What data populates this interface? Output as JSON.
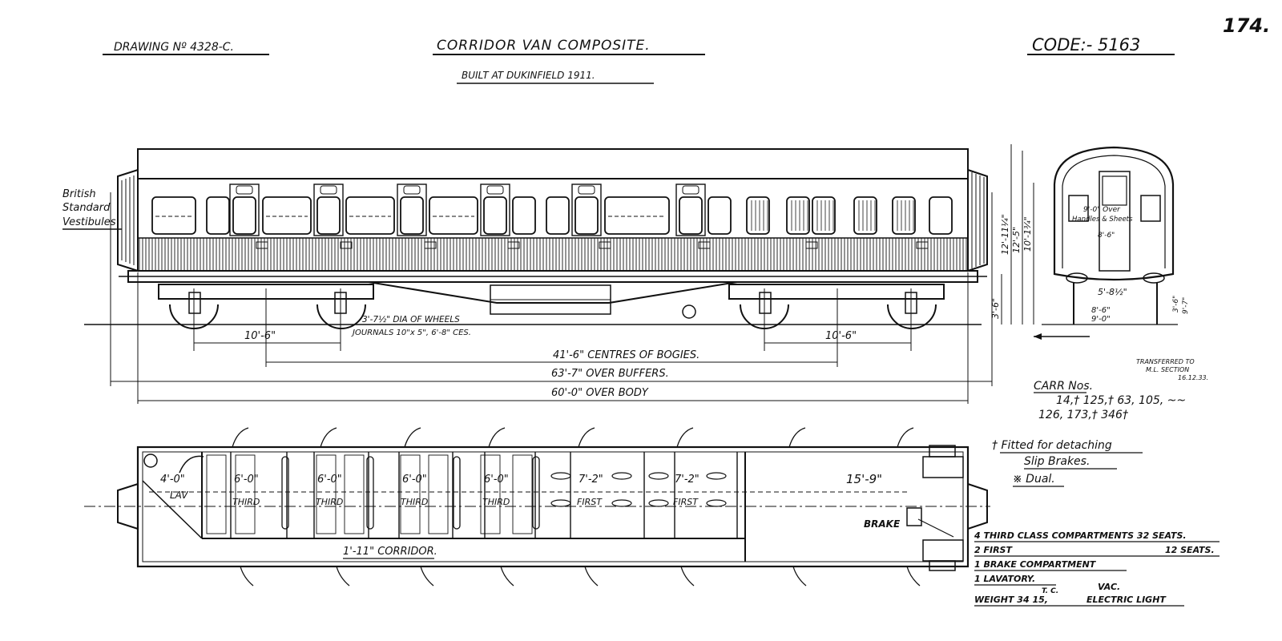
{
  "header": {
    "drawing_no": "DRAWING Nº 4328-C.",
    "title": "CORRIDOR VAN COMPOSITE.",
    "subtitle": "BUILT AT DUKINFIELD 1911.",
    "code": "CODE:- 5163",
    "sheet_no": "174."
  },
  "vestibule_note": [
    "British",
    "Standard",
    "Vestibules"
  ],
  "dimensions": {
    "bogie_wheelbase_left": "10'-6\"",
    "bogie_wheelbase_right": "10'-6\"",
    "wheels_line1": "3'-7½\" DIA OF WHEELS",
    "wheels_line2": "JOURNALS 10\"x 5\", 6'-8\" CES.",
    "bogie_centres": "41'-6\" CENTRES OF BOGIES.",
    "over_buffers": "63'-7\" OVER BUFFERS.",
    "over_body": "60'-0\" OVER BODY"
  },
  "end_view": {
    "heights": [
      "12'-11¼\"",
      "12'-5\"",
      "10'-1¾\""
    ],
    "floor_height": "3'-6\"",
    "bogie_gauge": "5'-8½\"",
    "width_a": "8'-6\"",
    "width_b": "9'-0\"",
    "side_dims": [
      "3'-6\"",
      "9'-7\""
    ],
    "interior_note": [
      "9'-0\" Over",
      "Handles & Sheets",
      "8'-6\""
    ]
  },
  "transfer_note": [
    "TRANSFERRED TO",
    "M.L. SECTION",
    "16.12.33."
  ],
  "carriages": {
    "title": "CARR Nos.",
    "line1": "14,† 125,† 63, 105, ~~",
    "line2": "126, 173,† 346†"
  },
  "footnotes": {
    "slip_line1": "† Fitted for detaching",
    "slip_line2": "Slip Brakes.",
    "dual": "※ Dual."
  },
  "plan": {
    "lav_width": "4'-0\"",
    "lav_label": "LAV",
    "compartments": [
      {
        "width": "6'-0\"",
        "label": "THIRD"
      },
      {
        "width": "6'-0\"",
        "label": "THIRD"
      },
      {
        "width": "6'-0\"",
        "label": "THIRD"
      },
      {
        "width": "6'-0\"",
        "label": "THIRD"
      },
      {
        "width": "7'-2\"",
        "label": "FIRST"
      },
      {
        "width": "7'-2\"",
        "label": "FIRST"
      }
    ],
    "brake_width": "15'-9\"",
    "brake_label": "BRAKE",
    "corridor": "1'-11\" CORRIDOR."
  },
  "accommodation": [
    {
      "text": "4 THIRD CLASS COMPARTMENTS 32 SEATS."
    },
    {
      "text": "2 FIRST",
      "extra": "12 SEATS."
    },
    {
      "text": "1 BRAKE COMPARTMENT"
    },
    {
      "text": "1 LAVATORY."
    }
  ],
  "weight_line": {
    "weight": "WEIGHT 34 15,",
    "units": "T. C.",
    "light": "ELECTRIC LIGHT",
    "brake_type": "VAC."
  }
}
